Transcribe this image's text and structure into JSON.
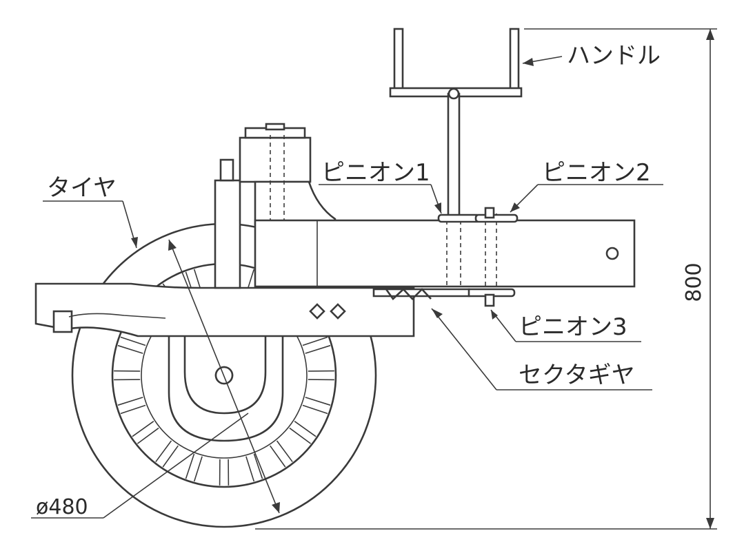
{
  "labels": {
    "handle": "ハンドル",
    "pinion1": "ピニオン1",
    "pinion2": "ピニオン2",
    "pinion3": "ピニオン3",
    "sector_gear": "セクタギヤ",
    "tire": "タイヤ"
  },
  "dimensions": {
    "diameter": "ø480",
    "height": "800"
  }
}
